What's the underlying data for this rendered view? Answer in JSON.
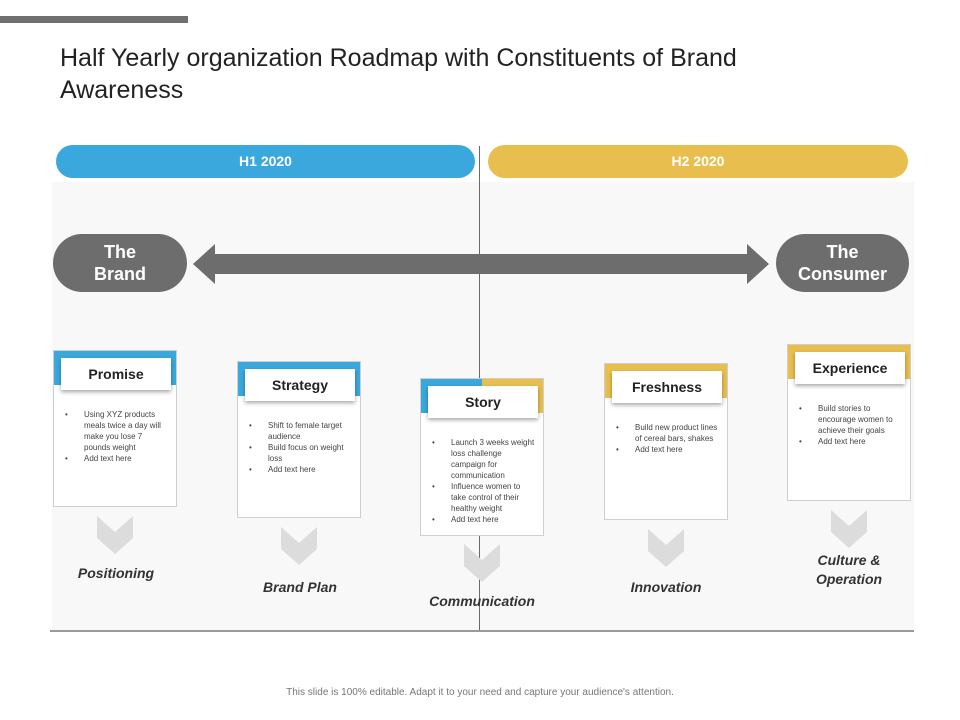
{
  "title": "Half Yearly organization Roadmap with Constituents of Brand Awareness",
  "timeline": {
    "h1_label": "H1 2020",
    "h2_label": "H2 2020"
  },
  "endpoints": {
    "left": "The\nBrand",
    "right": "The\nConsumer"
  },
  "cards": [
    {
      "heading": "Promise",
      "bullets": [
        "Using XYZ products meals twice a day will make you lose 7 pounds weight",
        "Add text here"
      ],
      "label": "Positioning"
    },
    {
      "heading": "Strategy",
      "bullets": [
        "Shift to female target audience",
        "Build focus on weight loss",
        "Add text here"
      ],
      "label": "Brand Plan"
    },
    {
      "heading": "Story",
      "bullets": [
        "Launch 3 weeks weight loss challenge campaign for communication",
        "Influence women to take control of their healthy weight",
        "Add text here"
      ],
      "label": "Communication"
    },
    {
      "heading": "Freshness",
      "bullets": [
        "Build new product lines of cereal bars, shakes",
        "Add text here"
      ],
      "label": "Innovation"
    },
    {
      "heading": "Experience",
      "bullets": [
        "Build stories to encourage women to achieve their goals",
        "Add text here"
      ],
      "label": "Culture &\nOperation"
    }
  ],
  "colors": {
    "blue": "#3aa8dd",
    "yellow": "#e8bf4f",
    "gray": "#6d6d6d",
    "chevron": "#dcdcdc"
  },
  "footer": "This slide is 100% editable. Adapt it to your need and capture your audience's attention."
}
